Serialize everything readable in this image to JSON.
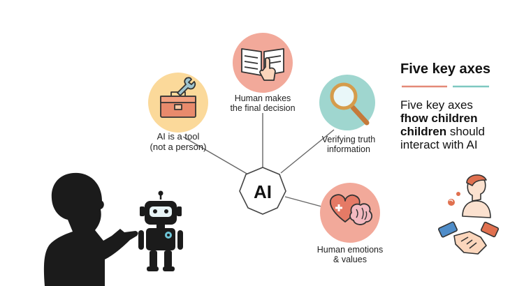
{
  "center": {
    "label": "AI"
  },
  "nodes": [
    {
      "id": "human-decision",
      "lines": [
        "Human makes",
        "the final decision"
      ],
      "icon": "open-book-hand-icon",
      "color": "#f2a99a"
    },
    {
      "id": "ai-tool",
      "lines": [
        "AI is a tool",
        "(not a person)"
      ],
      "icon": "toolbox-wrench-icon",
      "color": "#fbd99a"
    },
    {
      "id": "verify",
      "lines": [
        "Verifying truth",
        "information"
      ],
      "icon": "magnifier-icon",
      "color": "#9fd6cf"
    },
    {
      "id": "emotions",
      "lines": [
        "Human emotions",
        "& values"
      ],
      "icon": "heart-brain-icon",
      "color": "#f2a99a"
    }
  ],
  "side_panel": {
    "heading": "Five key axes",
    "subtitle_lines": [
      {
        "text": "Five key axes",
        "bold": false
      },
      {
        "text": "fhow children",
        "bold": true
      },
      {
        "text": "children should",
        "bold_prefix": "children",
        "rest": " should"
      },
      {
        "text": "interact with AI",
        "bold": false
      }
    ],
    "accents": [
      "#e48a78",
      "#7ec8c1"
    ]
  },
  "illustrations": [
    "child-silhouette-pointing",
    "robot-icon",
    "thinking-person-icon",
    "handshake-icon"
  ]
}
